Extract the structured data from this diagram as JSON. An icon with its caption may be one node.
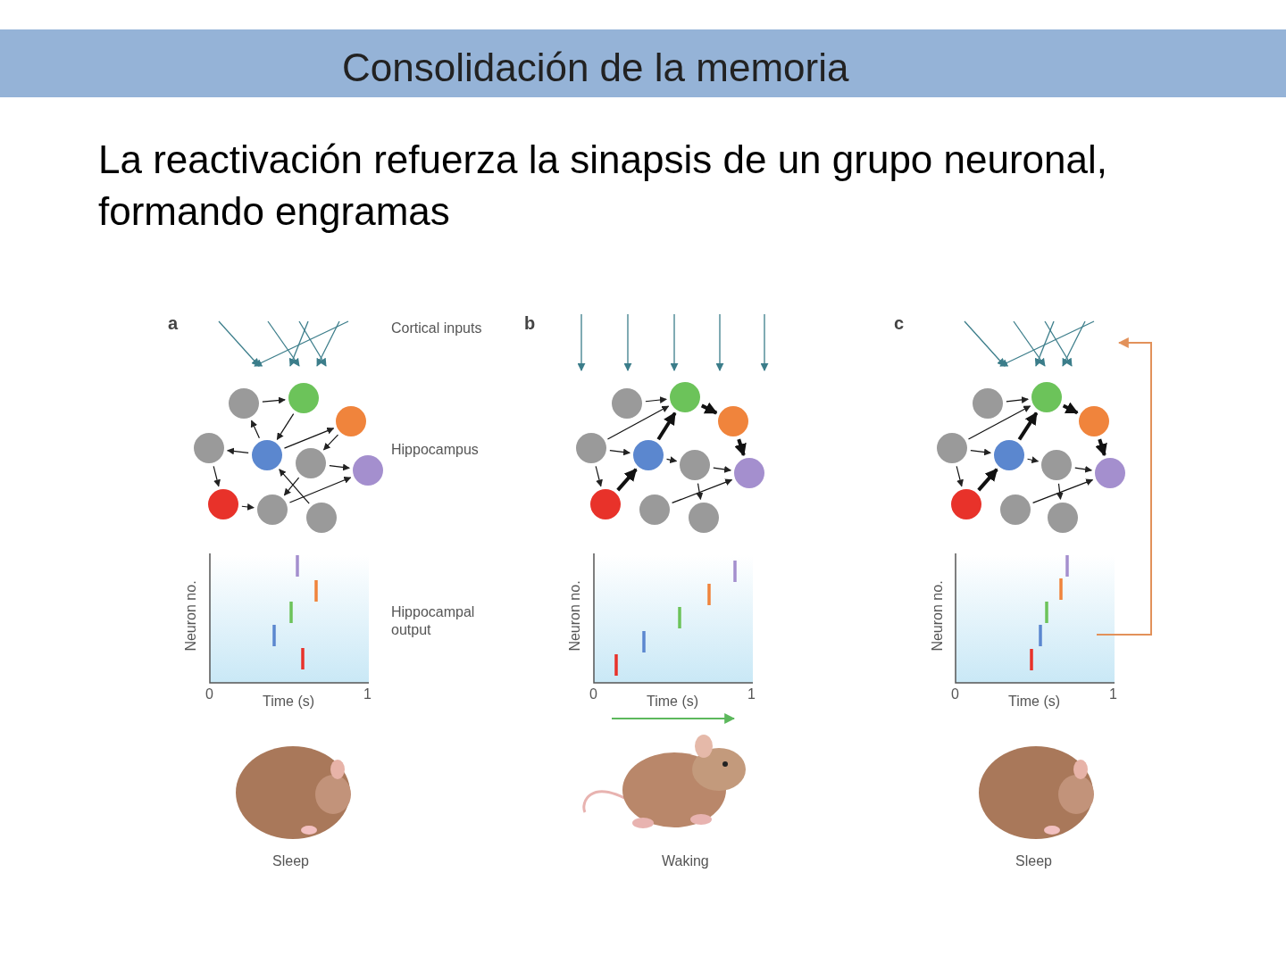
{
  "diagram": {
    "title": "Consolidación de la memoria",
    "labels": [
      "La reactivación refuerza la sinapsis de un grupo neuronal, formando engramas",
      "a",
      "Cortical inputs",
      "Hippocampus",
      "Neuron no.",
      "Hippocampal output",
      "0",
      "Time (s)",
      "1",
      "Sleep",
      "b",
      "Neuron no.",
      "0",
      "Time (s)",
      "1",
      "Waking",
      "c",
      "Neuron no.",
      "0",
      "Time (s)",
      "1",
      "Sleep"
    ]
  }
}
